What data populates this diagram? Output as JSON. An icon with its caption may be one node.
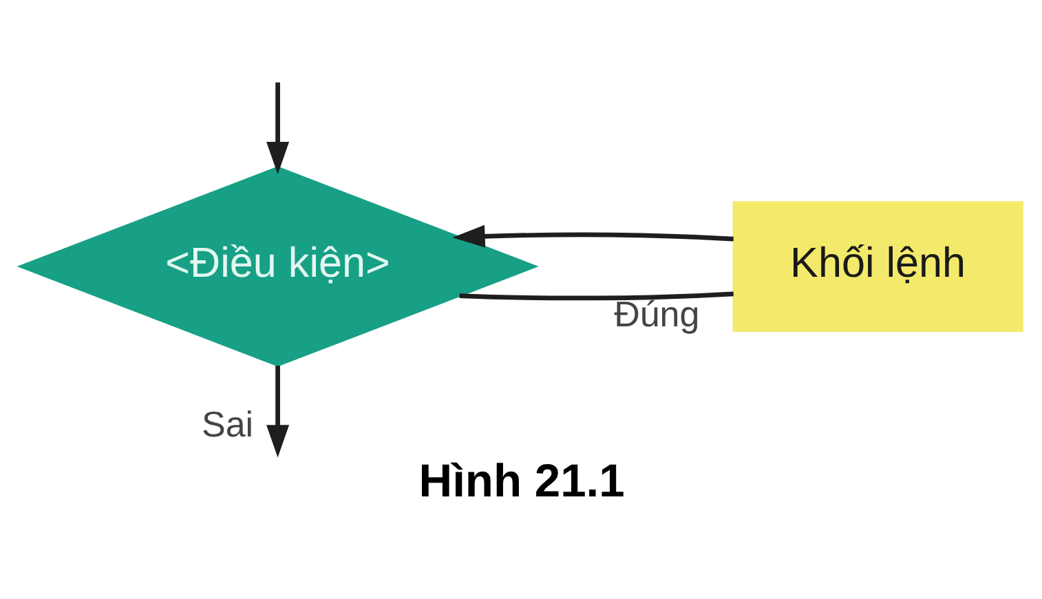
{
  "diagram": {
    "caption": "Hình 21.1",
    "nodes": [
      {
        "text": [
          "<Điều kiện>"
        ]
      },
      {
        "text": [
          "Khối lệnh"
        ]
      }
    ],
    "edges": [
      {
        "from": null,
        "to": 0,
        "arrow": "to"
      },
      {
        "from": 0,
        "to": 1,
        "arrow": "none",
        "label": "Đúng"
      },
      {
        "from": 1,
        "to": 0,
        "arrow": "to"
      },
      {
        "from": 0,
        "to": null,
        "arrow": "to",
        "label": "Sai"
      }
    ]
  }
}
